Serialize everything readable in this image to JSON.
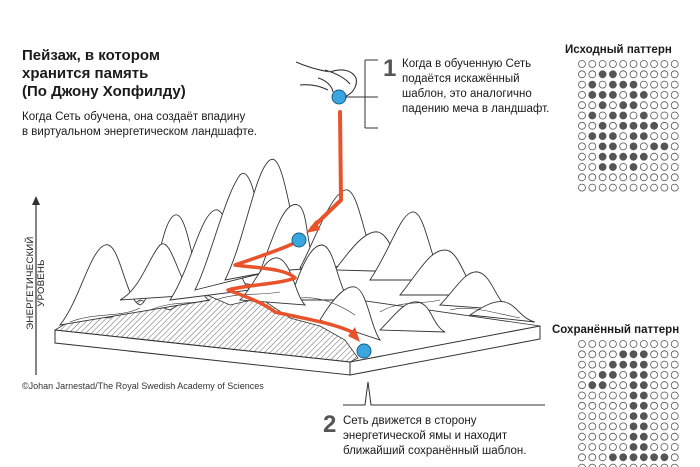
{
  "title": "Пейзаж, в котором\nхранится память\n(По Джону Хопфилду)",
  "intro": "Когда Сеть обучена, она создаёт впадину\nв виртуальном энергетическом ландшафте.",
  "y_axis_label": "ЭНЕРГЕТИЧЕСКИЙ УРОВЕНЬ",
  "step1": {
    "number": "1",
    "text": "Когда в обученную Сеть\nподаётся искажённый\nшаблон, это аналогично\nпадению меча в ландшафт."
  },
  "step2": {
    "number": "2",
    "text": "Сеть движется в сторону\nэнергетической ямы и находит\nближайший сохранённый шаблон."
  },
  "pattern_source": {
    "title": "Исходный паттерн",
    "rows": [
      "0000000000",
      "0011000000",
      "0101110000",
      "0111011000",
      "0010110000",
      "0101101000",
      "0010111100",
      "0111011000",
      "0011010110",
      "0011111000",
      "0011010000",
      "0000000000",
      "0000000000"
    ]
  },
  "pattern_stored": {
    "title": "Сохранённый паттерн",
    "rows": [
      "0000000000",
      "0000111000",
      "0001111000",
      "0011011000",
      "0110011000",
      "0000011000",
      "0000011000",
      "0000011000",
      "0000011000",
      "0000011000",
      "0000011000",
      "0001111110",
      "0000000000"
    ]
  },
  "credit": "©Johan Jarnestad/The Royal Swedish Academy of Sciences",
  "colors": {
    "path": "#e8532b",
    "ball": "#3aa6e0",
    "ink": "#333333",
    "dot": "#555555"
  }
}
